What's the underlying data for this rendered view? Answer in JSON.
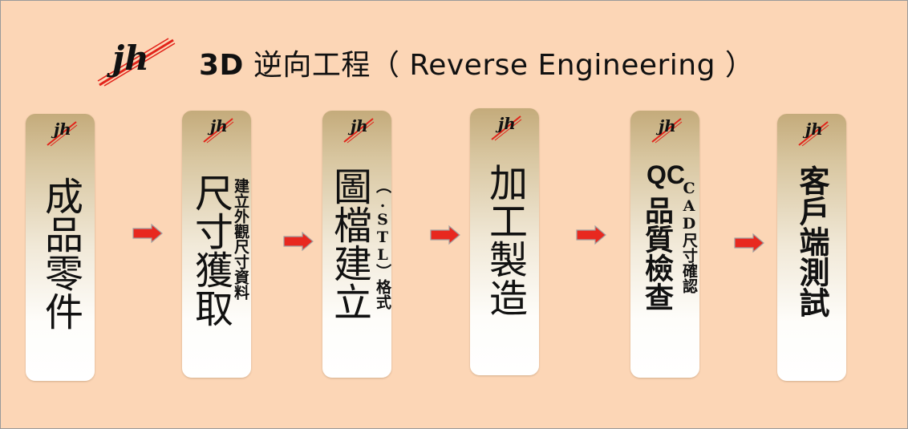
{
  "header": {
    "title_bold": "3D",
    "title_rest": " 逆向工程（ Reverse Engineering ）",
    "logo_text": "jh"
  },
  "steps": [
    {
      "main": "成品零件",
      "sub": ""
    },
    {
      "main": "尺寸獲取",
      "sub": "建立外觀尺寸資料"
    },
    {
      "main": "圖檔建立",
      "sub": "（.STL）格式"
    },
    {
      "main": "加工製造",
      "sub": ""
    },
    {
      "main": "品質檢查",
      "prefix": "QC",
      "sub": "CAD尺寸確認"
    },
    {
      "main": "客戶端測試",
      "sub": ""
    }
  ],
  "colors": {
    "background": "#fcd6b6",
    "arrow_red": "#e8281f",
    "logo_stroke": "#e2231a",
    "card_top": "#c4ab7b",
    "card_bottom": "#ffffff"
  }
}
